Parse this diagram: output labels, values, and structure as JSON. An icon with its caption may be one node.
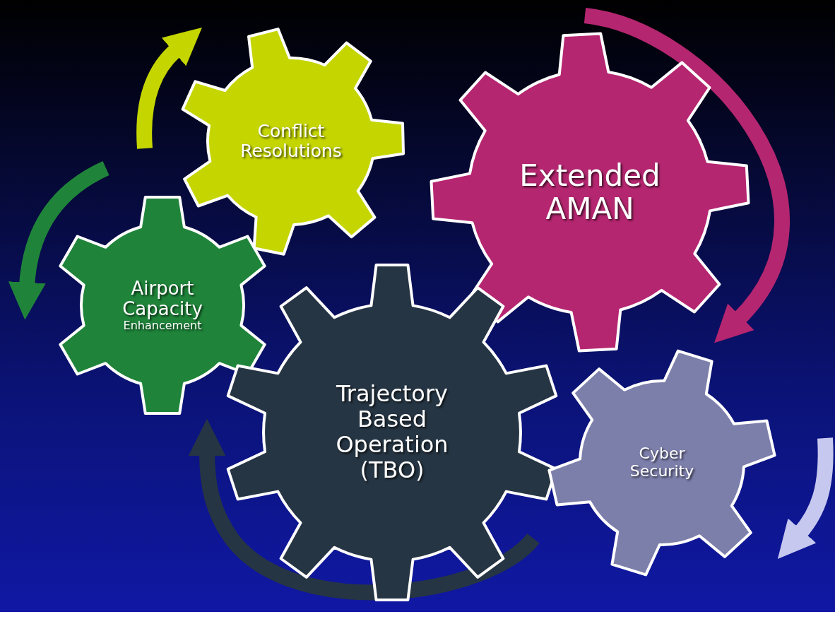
{
  "diagram": {
    "nodes": [
      {
        "text": [
          "Conflict Resolutions"
        ]
      },
      {
        "text": [
          "Extended AMAN"
        ]
      },
      {
        "text": [
          "Airport Capacity",
          "Enhancement"
        ]
      },
      {
        "text": [
          "Trajectory Based Operation (TBO)"
        ]
      },
      {
        "text": [
          "Cyber Security"
        ]
      }
    ]
  }
}
